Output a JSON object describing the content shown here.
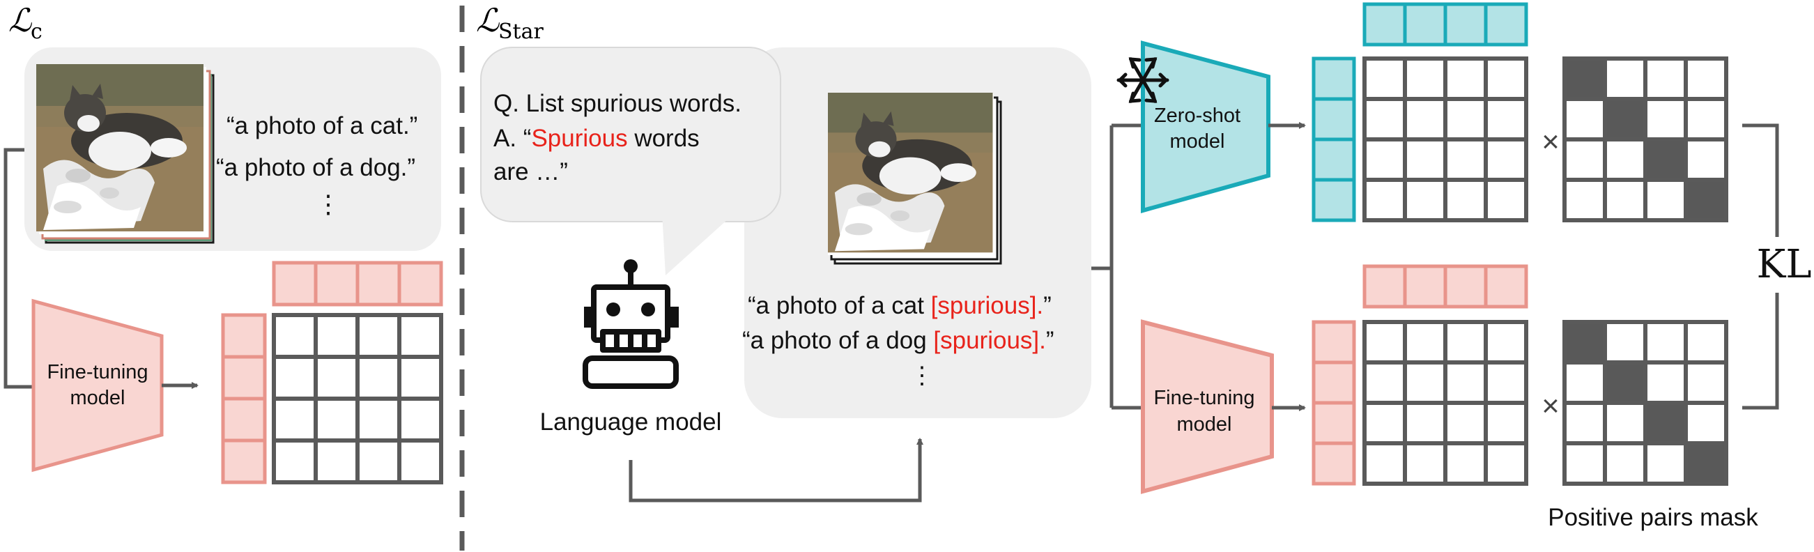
{
  "left_panel": {
    "loss_symbol": "ℒ",
    "loss_subscript": "c",
    "captions": [
      "“a photo of a cat.”",
      "“a photo of a dog.”",
      "⋮"
    ],
    "model_label": [
      "Fine-tuning",
      "model"
    ]
  },
  "right_panel": {
    "loss_symbol": "ℒ",
    "loss_subscript": "Star",
    "prompt": {
      "line1": "Q. List spurious words.",
      "line2_prefix": "A. “",
      "line2_highlight": "Spurious",
      "line2_suffix": " words",
      "line3": "are …”"
    },
    "lm_label": "Language model",
    "captions": [
      {
        "prefix": "“a photo of a cat ",
        "highlight": "[spurious].",
        "suffix": "”"
      },
      {
        "prefix": "“a photo of a dog ",
        "highlight": "[spurious].",
        "suffix": "”"
      }
    ],
    "caption_ellipsis": "⋮",
    "zero_shot_label": [
      "Zero-shot",
      "model"
    ],
    "finetune_label": [
      "Fine-tuning",
      "model"
    ],
    "times_symbol": "×",
    "kl_label": "KL",
    "mask_label": "Positive pairs mask"
  },
  "colors": {
    "pink_fill": "#f9d6d2",
    "pink_stroke": "#e8948b",
    "teal_fill": "#b3e3e6",
    "teal_stroke": "#1aaab8",
    "grid": "#5a5a5a",
    "dark_cell": "#595959",
    "bubble": "#efefef",
    "highlight": "#e8231b",
    "line": "#5a5a5a"
  },
  "icons": [
    "snowflake-icon",
    "robot-icon",
    "cat-photo"
  ]
}
